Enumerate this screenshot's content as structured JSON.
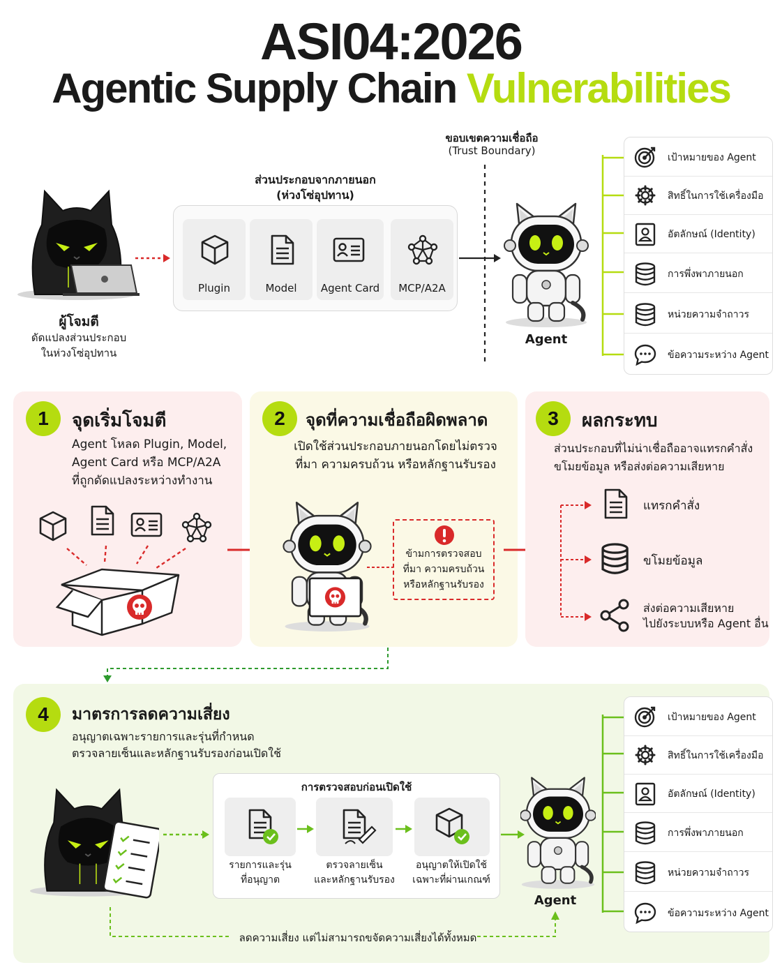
{
  "header": {
    "line1": "ASI04:2026",
    "line2_main": "Agentic Supply Chain ",
    "line2_highlight": "Vulnerabilities"
  },
  "colors": {
    "accent": "#b5dc10",
    "danger": "#d92a2a",
    "panel_red": "#fdeeee",
    "panel_yellow": "#fbf9e6",
    "panel_green": "#f2f8e6"
  },
  "top": {
    "attacker_name": "ผู้โจมตี",
    "attacker_desc1": "ดัดแปลงส่วนประกอบ",
    "attacker_desc2": "ในห่วงโซ่อุปทาน",
    "components_title1": "ส่วนประกอบจากภายนอก",
    "components_title2": "(ห่วงโซ่อุปทาน)",
    "components": [
      {
        "label": "Plugin",
        "icon": "cube-icon"
      },
      {
        "label": "Model",
        "icon": "document-icon"
      },
      {
        "label": "Agent Card",
        "icon": "id-card-icon"
      },
      {
        "label": "MCP/A2A",
        "icon": "network-icon"
      }
    ],
    "boundary1": "ขอบเขตความเชื่อถือ",
    "boundary2": "(Trust Boundary)",
    "agent_label": "Agent"
  },
  "resources": [
    {
      "label": "เป้าหมายของ Agent",
      "icon": "target-icon"
    },
    {
      "label": "สิทธิ์ในการใช้เครื่องมือ",
      "icon": "gear-icon"
    },
    {
      "label": "อัตลักษณ์ (Identity)",
      "icon": "identity-icon"
    },
    {
      "label": "การพึ่งพาภายนอก",
      "icon": "database-icon"
    },
    {
      "label": "หน่วยความจำถาวร",
      "icon": "database-icon"
    },
    {
      "label": "ข้อความระหว่าง Agent",
      "icon": "chat-icon"
    }
  ],
  "panel1": {
    "num": "1",
    "title": "จุดเริ่มโจมตี",
    "body": [
      "Agent โหลด Plugin, Model,",
      "Agent Card หรือ MCP/A2A",
      "ที่ถูกดัดแปลงระหว่างทำงาน"
    ]
  },
  "panel2": {
    "num": "2",
    "title": "จุดที่ความเชื่อถือผิดพลาด",
    "body": [
      "เปิดใช้ส่วนประกอบภายนอกโดยไม่ตรวจ",
      "ที่มา ความครบถ้วน หรือหลักฐานรับรอง"
    ],
    "warning": [
      "ข้ามการตรวจสอบ",
      "ที่มา ความครบถ้วน",
      "หรือหลักฐานรับรอง"
    ]
  },
  "panel3": {
    "num": "3",
    "title": "ผลกระทบ",
    "body": [
      "ส่วนประกอบที่ไม่น่าเชื่อถืออาจแทรกคำสั่ง",
      "ขโมยข้อมูล หรือส่งต่อความเสียหาย"
    ],
    "impacts": [
      {
        "label": "แทรกคำสั่ง",
        "icon": "document-icon"
      },
      {
        "label": "ขโมยข้อมูล",
        "icon": "database-icon"
      },
      {
        "label": "ส่งต่อความเสียหาย",
        "label2": "ไปยังระบบหรือ Agent อื่น",
        "icon": "share-icon"
      }
    ]
  },
  "panel4": {
    "num": "4",
    "title": "มาตรการลดความเสี่ยง",
    "body": [
      "อนุญาตเฉพาะรายการและรุ่นที่กำหนด",
      "ตรวจลายเซ็นและหลักฐานรับรองก่อนเปิดใช้"
    ],
    "check_title": "การตรวจสอบก่อนเปิดใช้",
    "steps": [
      {
        "l1": "รายการและรุ่น",
        "l2": "ที่อนุญาต",
        "icon": "checklist-icon"
      },
      {
        "l1": "ตรวจลายเซ็น",
        "l2": "และหลักฐานรับรอง",
        "icon": "signature-icon"
      },
      {
        "l1": "อนุญาตให้เปิดใช้",
        "l2": "เฉพาะที่ผ่านเกณฑ์",
        "icon": "cube-check-icon"
      }
    ],
    "agent_label": "Agent",
    "footer": "ลดความเสี่ยง แต่ไม่สามารถขจัดความเสี่ยงได้ทั้งหมด"
  }
}
